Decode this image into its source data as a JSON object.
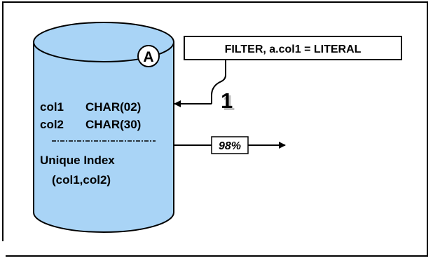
{
  "table": {
    "label": "A",
    "columns": [
      {
        "name": "col1",
        "type": "CHAR(02)"
      },
      {
        "name": "col2",
        "type": "CHAR(30)"
      }
    ],
    "index_line1": "Unique Index",
    "index_line2": "(col1,col2)"
  },
  "filter": {
    "text": "FILTER, a.col1 = LITERAL",
    "step": "1"
  },
  "output": {
    "percent": "98%"
  },
  "colors": {
    "cylinder_fill": "#a9d4f6",
    "outline": "#000000",
    "background": "#ffffff"
  }
}
